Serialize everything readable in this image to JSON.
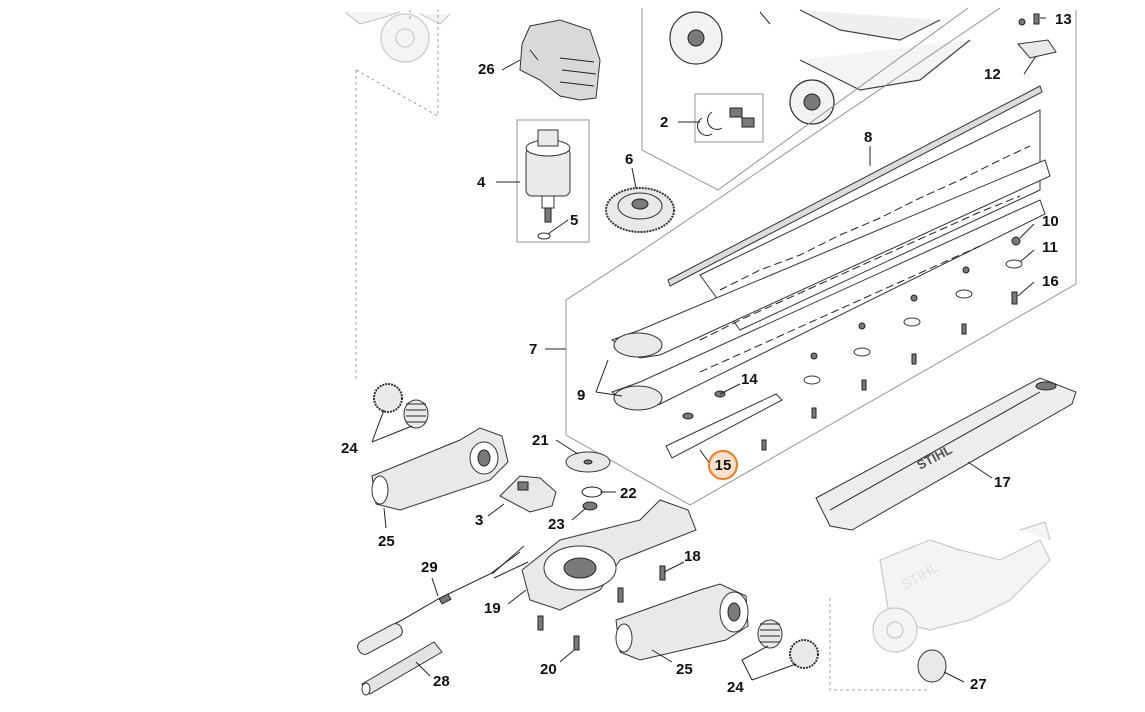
{
  "diagram": {
    "highlight_color": "#f07a1a",
    "highlighted_part": "15",
    "labels": {
      "p2": "2",
      "p3": "3",
      "p4": "4",
      "p5": "5",
      "p6": "6",
      "p7": "7",
      "p8": "8",
      "p9": "9",
      "p10": "10",
      "p11": "11",
      "p12": "12",
      "p13": "13",
      "p14": "14",
      "p15": "15",
      "p16": "16",
      "p17": "17",
      "p18": "18",
      "p19": "19",
      "p20": "20",
      "p21": "21",
      "p22": "22",
      "p23": "23",
      "p24a": "24",
      "p24b": "24",
      "p25a": "25",
      "p25b": "25",
      "p26": "26",
      "p27": "27",
      "p28": "28",
      "p29": "29"
    },
    "brand_mark": "STIHL"
  }
}
